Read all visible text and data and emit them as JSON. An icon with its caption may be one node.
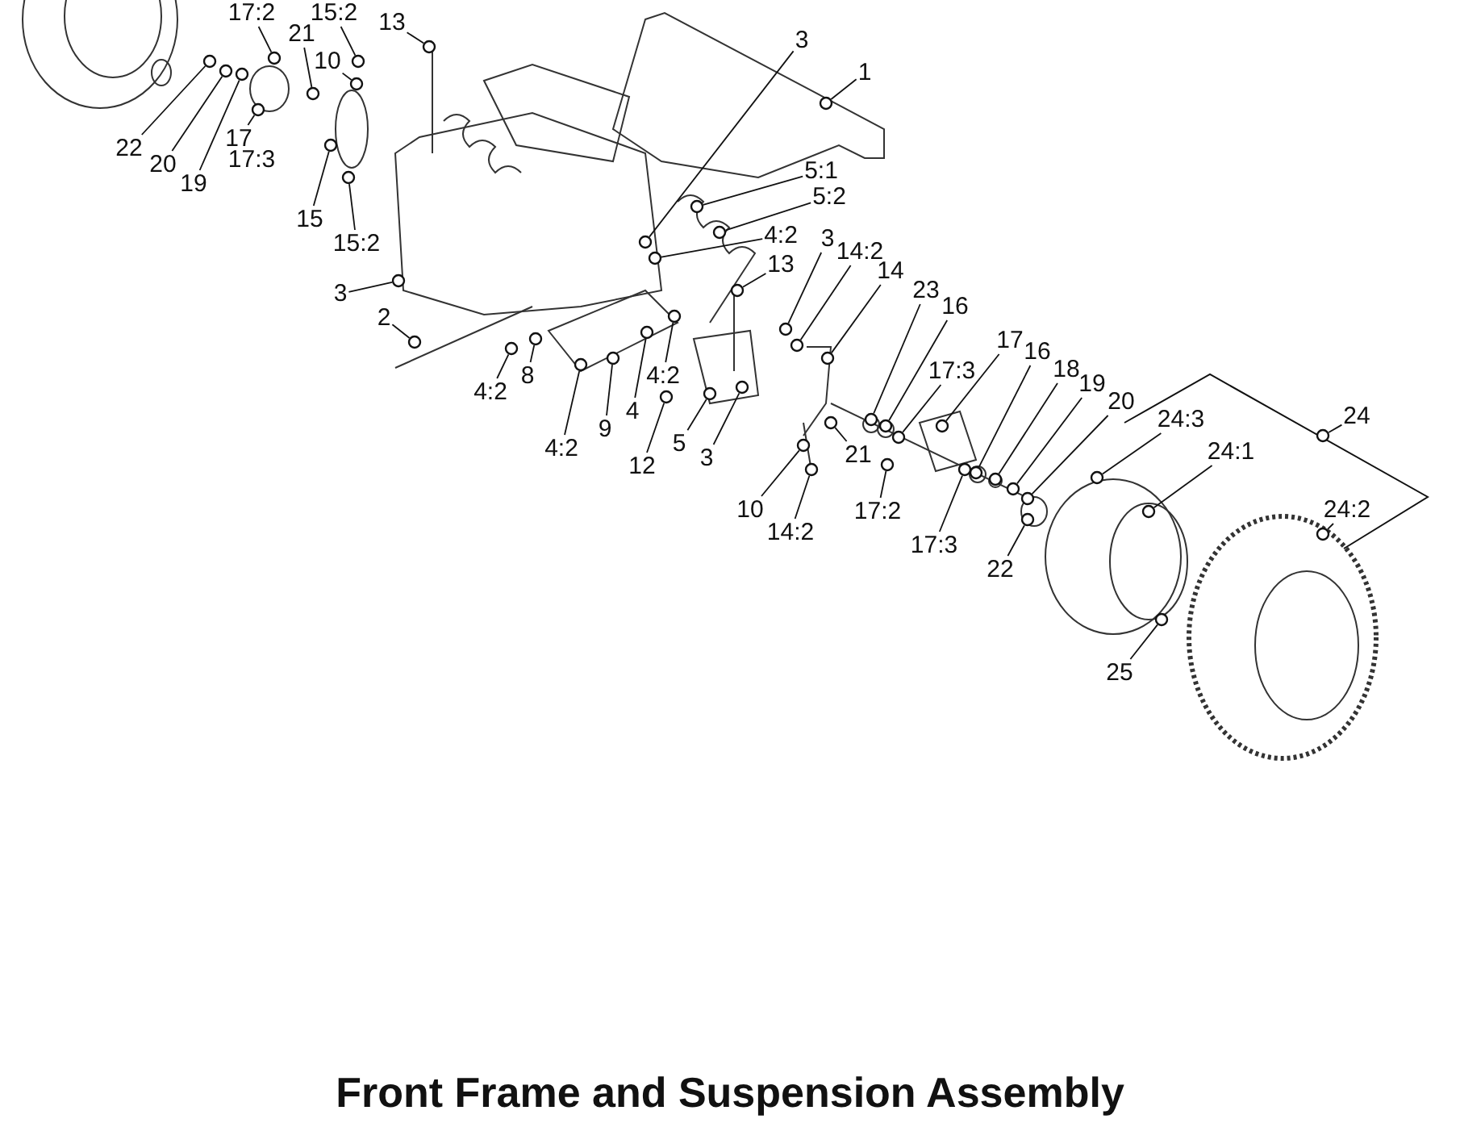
{
  "diagram": {
    "title": "Front Frame and Suspension Assembly",
    "nodes": [
      {
        "text": [
          "17:2"
        ]
      },
      {
        "text": [
          "15:2"
        ]
      },
      {
        "text": [
          "13"
        ]
      },
      {
        "text": [
          "21"
        ]
      },
      {
        "text": [
          "10"
        ]
      },
      {
        "text": [
          "17"
        ]
      },
      {
        "text": [
          "22"
        ]
      },
      {
        "text": [
          "20"
        ]
      },
      {
        "text": [
          "19"
        ]
      },
      {
        "text": [
          "15"
        ]
      },
      {
        "text": [
          "15:2"
        ]
      },
      {
        "text": [
          "3"
        ]
      },
      {
        "text": [
          "1"
        ]
      },
      {
        "text": [
          "5:1"
        ]
      },
      {
        "text": [
          "5:2"
        ]
      },
      {
        "text": [
          "4:2"
        ]
      },
      {
        "text": [
          "3"
        ]
      },
      {
        "text": [
          "14:2"
        ]
      },
      {
        "text": [
          "13"
        ]
      },
      {
        "text": [
          "14"
        ]
      },
      {
        "text": [
          "23"
        ]
      },
      {
        "text": [
          "16"
        ]
      },
      {
        "text": [
          "3"
        ]
      },
      {
        "text": [
          "2"
        ]
      },
      {
        "text": [
          "17"
        ]
      },
      {
        "text": [
          "16"
        ]
      },
      {
        "text": [
          "17:3"
        ]
      },
      {
        "text": [
          "18"
        ]
      },
      {
        "text": [
          "19"
        ]
      },
      {
        "text": [
          "20"
        ]
      },
      {
        "text": [
          "24"
        ]
      },
      {
        "text": [
          "24:3"
        ]
      },
      {
        "text": [
          "24:1"
        ]
      },
      {
        "text": [
          "8"
        ]
      },
      {
        "text": [
          "4:2"
        ]
      },
      {
        "text": [
          "4:2"
        ]
      },
      {
        "text": [
          "4"
        ]
      },
      {
        "text": [
          "9"
        ]
      },
      {
        "text": [
          "21"
        ]
      },
      {
        "text": [
          "4:2"
        ]
      },
      {
        "text": [
          "5"
        ]
      },
      {
        "text": [
          "3"
        ]
      },
      {
        "text": [
          "12"
        ]
      },
      {
        "text": [
          "17:2"
        ]
      },
      {
        "text": [
          "24:2"
        ]
      },
      {
        "text": [
          "10"
        ]
      },
      {
        "text": [
          "14:2"
        ]
      },
      {
        "text": [
          "17:3"
        ]
      },
      {
        "text": [
          "22"
        ]
      },
      {
        "text": [
          "25"
        ]
      },
      {
        "text": [],
        "shape": "circle"
      },
      {
        "text": [],
        "shape": "circle"
      },
      {
        "text": [],
        "shape": "circle"
      },
      {
        "text": [],
        "shape": "circle"
      },
      {
        "text": [],
        "shape": "circle"
      },
      {
        "text": [],
        "shape": "circle"
      },
      {
        "text": [],
        "shape": "circle"
      },
      {
        "text": [],
        "shape": "circle"
      },
      {
        "text": [],
        "shape": "circle"
      },
      {
        "text": [],
        "shape": "circle"
      },
      {
        "text": [],
        "shape": "circle"
      },
      {
        "text": [],
        "shape": "circle"
      },
      {
        "text": [],
        "shape": "circle"
      },
      {
        "text": [],
        "shape": "circle"
      },
      {
        "text": [],
        "shape": "circle"
      },
      {
        "text": [],
        "shape": "circle"
      },
      {
        "text": [],
        "shape": "circle"
      },
      {
        "text": [],
        "shape": "circle"
      },
      {
        "text": [],
        "shape": "circle"
      },
      {
        "text": [],
        "shape": "circle"
      },
      {
        "text": [],
        "shape": "circle"
      },
      {
        "text": [],
        "shape": "circle"
      },
      {
        "text": [],
        "shape": "circle"
      },
      {
        "text": [],
        "shape": "circle"
      },
      {
        "text": [],
        "shape": "circle"
      },
      {
        "text": [],
        "shape": "circle"
      },
      {
        "text": [],
        "shape": "circle"
      },
      {
        "text": [],
        "shape": "circle"
      },
      {
        "text": [],
        "shape": "circle"
      },
      {
        "text": [],
        "shape": "circle"
      },
      {
        "text": [],
        "shape": "circle"
      },
      {
        "text": [],
        "shape": "circle"
      },
      {
        "text": [],
        "shape": "circle"
      },
      {
        "text": [],
        "shape": "circle"
      },
      {
        "text": [],
        "shape": "circle"
      },
      {
        "text": [],
        "shape": "circle"
      },
      {
        "text": [],
        "shape": "circle"
      },
      {
        "text": [],
        "shape": "circle"
      },
      {
        "text": [],
        "shape": "circle"
      },
      {
        "text": [],
        "shape": "circle"
      },
      {
        "text": [],
        "shape": "circle"
      },
      {
        "text": [],
        "shape": "circle"
      },
      {
        "text": [],
        "shape": "circle"
      },
      {
        "text": [],
        "shape": "circle"
      },
      {
        "text": [],
        "shape": "circle"
      },
      {
        "text": [],
        "shape": "circle"
      },
      {
        "text": [],
        "shape": "circle"
      },
      {
        "text": [],
        "shape": "circle"
      },
      {
        "text": [],
        "shape": "circle"
      },
      {
        "text": [],
        "shape": "circle"
      }
    ],
    "edges": [
      {
        "from": 0,
        "to": 50,
        "arrow": "none"
      },
      {
        "from": 1,
        "to": 51,
        "arrow": "none"
      },
      {
        "from": 2,
        "to": 52,
        "arrow": "none"
      },
      {
        "from": 3,
        "to": 53,
        "arrow": "none"
      },
      {
        "from": 4,
        "to": 54,
        "arrow": "none"
      },
      {
        "from": 5,
        "to": 55,
        "arrow": "none"
      },
      {
        "from": 6,
        "to": 56,
        "arrow": "none"
      },
      {
        "from": 7,
        "to": 57,
        "arrow": "none"
      },
      {
        "from": 8,
        "to": 58,
        "arrow": "none"
      },
      {
        "from": 9,
        "to": 59,
        "arrow": "none"
      },
      {
        "from": 10,
        "to": 60,
        "arrow": "none"
      },
      {
        "from": 11,
        "to": 61,
        "arrow": "none"
      },
      {
        "from": 12,
        "to": 62,
        "arrow": "none"
      },
      {
        "from": 13,
        "to": 63,
        "arrow": "none"
      },
      {
        "from": 14,
        "to": 64,
        "arrow": "none"
      },
      {
        "from": 15,
        "to": 65,
        "arrow": "none"
      },
      {
        "from": 16,
        "to": 66,
        "arrow": "none"
      },
      {
        "from": 17,
        "to": 67,
        "arrow": "none"
      },
      {
        "from": 18,
        "to": 68,
        "arrow": "none"
      },
      {
        "from": 19,
        "to": 69,
        "arrow": "none"
      },
      {
        "from": 20,
        "to": 70,
        "arrow": "none"
      },
      {
        "from": 21,
        "to": 71,
        "arrow": "none"
      },
      {
        "from": 22,
        "to": 72,
        "arrow": "none"
      },
      {
        "from": 23,
        "to": 73,
        "arrow": "none"
      },
      {
        "from": 24,
        "to": 74,
        "arrow": "none"
      },
      {
        "from": 25,
        "to": 75,
        "arrow": "none"
      },
      {
        "from": 26,
        "to": 76,
        "arrow": "none"
      },
      {
        "from": 27,
        "to": 77,
        "arrow": "none"
      },
      {
        "from": 28,
        "to": 78,
        "arrow": "none"
      },
      {
        "from": 29,
        "to": 79,
        "arrow": "none"
      },
      {
        "from": 30,
        "to": 80,
        "arrow": "none"
      },
      {
        "from": 31,
        "to": 81,
        "arrow": "none"
      },
      {
        "from": 32,
        "to": 82,
        "arrow": "none"
      },
      {
        "from": 33,
        "to": 83,
        "arrow": "none"
      },
      {
        "from": 34,
        "to": 84,
        "arrow": "none"
      },
      {
        "from": 35,
        "to": 85,
        "arrow": "none"
      },
      {
        "from": 36,
        "to": 86,
        "arrow": "none"
      },
      {
        "from": 37,
        "to": 87,
        "arrow": "none"
      },
      {
        "from": 38,
        "to": 88,
        "arrow": "none"
      },
      {
        "from": 39,
        "to": 89,
        "arrow": "none"
      },
      {
        "from": 40,
        "to": 90,
        "arrow": "none"
      },
      {
        "from": 41,
        "to": 91,
        "arrow": "none"
      },
      {
        "from": 42,
        "to": 92,
        "arrow": "none"
      },
      {
        "from": 43,
        "to": 93,
        "arrow": "none"
      },
      {
        "from": 44,
        "to": 94,
        "arrow": "none"
      },
      {
        "from": 45,
        "to": 95,
        "arrow": "none"
      },
      {
        "from": 46,
        "to": 96,
        "arrow": "none"
      },
      {
        "from": 47,
        "to": 97,
        "arrow": "none"
      },
      {
        "from": 48,
        "to": 98,
        "arrow": "none"
      },
      {
        "from": 49,
        "to": 99,
        "arrow": "none"
      }
    ],
    "labels": [
      "17:3"
    ]
  }
}
